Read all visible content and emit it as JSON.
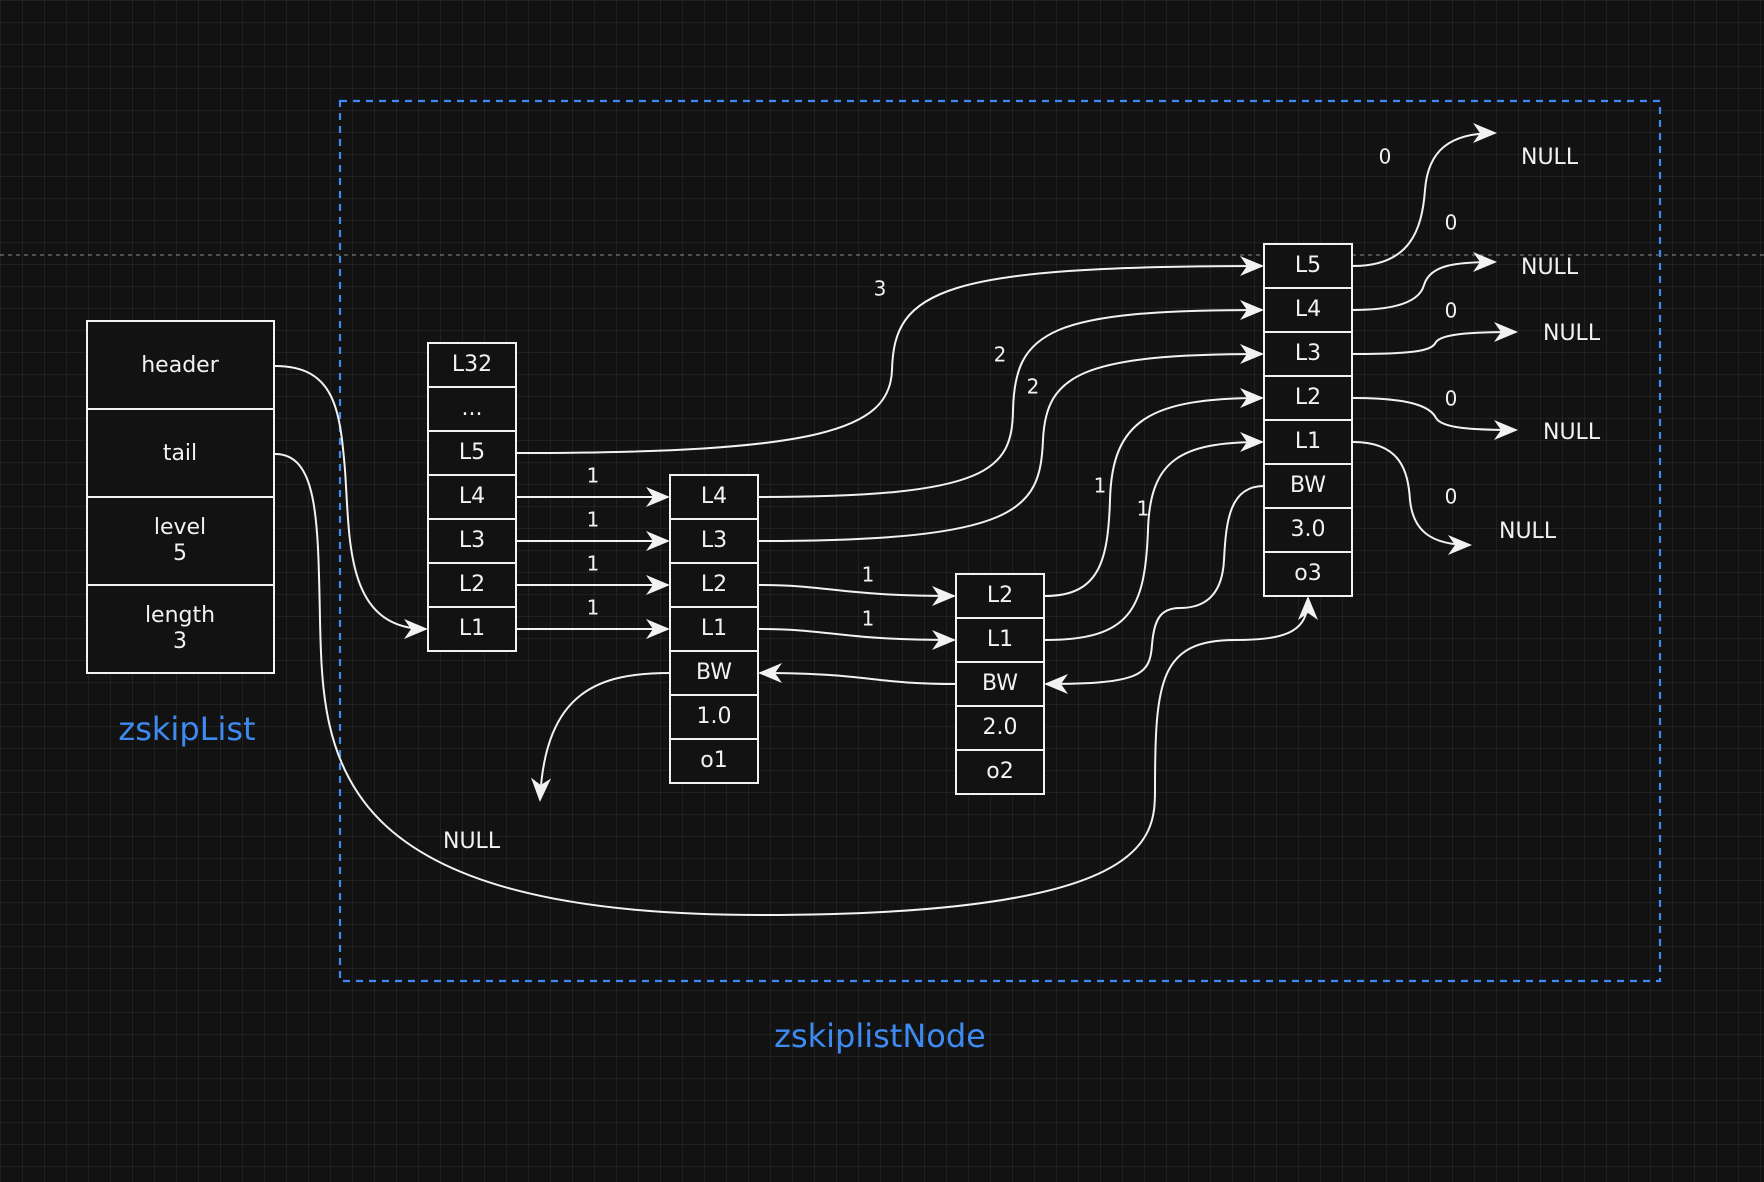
{
  "zskiplist": {
    "title": "zskipList",
    "fields": [
      "header",
      "tail",
      "level\n5",
      "length\n3"
    ]
  },
  "node_group_title": "zskiplistNode",
  "header_node": {
    "levels": [
      "L32",
      "...",
      "L5",
      "L4",
      "L3",
      "L2",
      "L1"
    ]
  },
  "node1": {
    "cells": [
      "L4",
      "L3",
      "L2",
      "L1",
      "BW",
      "1.0",
      "o1"
    ]
  },
  "node2": {
    "cells": [
      "L2",
      "L1",
      "BW",
      "2.0",
      "o2"
    ]
  },
  "node3": {
    "cells": [
      "L5",
      "L4",
      "L3",
      "L2",
      "L1",
      "BW",
      "3.0",
      "o3"
    ]
  },
  "spans": {
    "h_l5": "3",
    "h_l4": "1",
    "h_l3": "1",
    "h_l2": "1",
    "h_l1": "1",
    "n1_l4": "2",
    "n1_l3": "2",
    "n1_l2": "1",
    "n1_l1": "1",
    "n2_l2": "1",
    "n2_l1": "1",
    "n3_l5": "0",
    "n3_l4": "0",
    "n3_l3": "0",
    "n3_l2": "0",
    "n3_l1": "0"
  },
  "null_labels": {
    "n3_l5": "NULL",
    "n3_l4": "NULL",
    "n3_l3": "NULL",
    "n3_l2": "NULL",
    "n3_l1": "NULL",
    "n1_bw": "NULL"
  },
  "colors": {
    "accent": "#3d8bf2",
    "stroke": "#f2f2f2",
    "background": "#121212"
  }
}
